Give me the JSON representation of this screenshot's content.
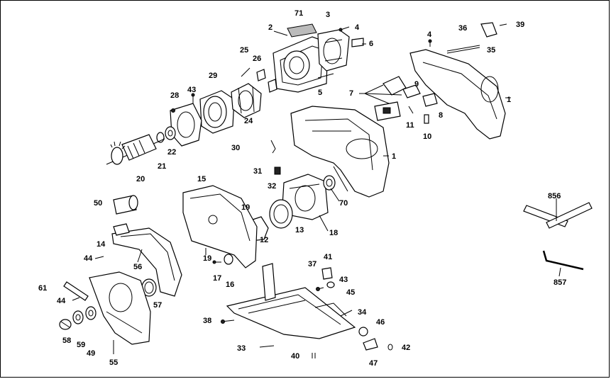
{
  "diagram": {
    "labels": [
      {
        "id": "71",
        "text": "71"
      },
      {
        "id": "3",
        "text": "3"
      },
      {
        "id": "4a",
        "text": "4"
      },
      {
        "id": "2",
        "text": "2"
      },
      {
        "id": "6",
        "text": "6"
      },
      {
        "id": "4b",
        "text": "4"
      },
      {
        "id": "36",
        "text": "36"
      },
      {
        "id": "39",
        "text": "39"
      },
      {
        "id": "35",
        "text": "35"
      },
      {
        "id": "25",
        "text": "25"
      },
      {
        "id": "26",
        "text": "26"
      },
      {
        "id": "29",
        "text": "29"
      },
      {
        "id": "43a",
        "text": "43"
      },
      {
        "id": "28",
        "text": "28"
      },
      {
        "id": "5",
        "text": "5"
      },
      {
        "id": "7",
        "text": "7"
      },
      {
        "id": "9",
        "text": "9"
      },
      {
        "id": "1a",
        "text": "1"
      },
      {
        "id": "24",
        "text": "24"
      },
      {
        "id": "8",
        "text": "8"
      },
      {
        "id": "11",
        "text": "11"
      },
      {
        "id": "10",
        "text": "10"
      },
      {
        "id": "22",
        "text": "22"
      },
      {
        "id": "30",
        "text": "30"
      },
      {
        "id": "1b",
        "text": "1"
      },
      {
        "id": "21",
        "text": "21"
      },
      {
        "id": "20",
        "text": "20"
      },
      {
        "id": "31",
        "text": "31"
      },
      {
        "id": "15",
        "text": "15"
      },
      {
        "id": "32",
        "text": "32"
      },
      {
        "id": "70",
        "text": "70"
      },
      {
        "id": "50",
        "text": "50"
      },
      {
        "id": "19a",
        "text": "19"
      },
      {
        "id": "13",
        "text": "13"
      },
      {
        "id": "18",
        "text": "18"
      },
      {
        "id": "12",
        "text": "12"
      },
      {
        "id": "14",
        "text": "14"
      },
      {
        "id": "44a",
        "text": "44"
      },
      {
        "id": "19b",
        "text": "19"
      },
      {
        "id": "56",
        "text": "56"
      },
      {
        "id": "41",
        "text": "41"
      },
      {
        "id": "37",
        "text": "37"
      },
      {
        "id": "17",
        "text": "17"
      },
      {
        "id": "16",
        "text": "16"
      },
      {
        "id": "43b",
        "text": "43"
      },
      {
        "id": "45",
        "text": "45"
      },
      {
        "id": "61",
        "text": "61"
      },
      {
        "id": "57",
        "text": "57"
      },
      {
        "id": "44b",
        "text": "44"
      },
      {
        "id": "34",
        "text": "34"
      },
      {
        "id": "38",
        "text": "38"
      },
      {
        "id": "46",
        "text": "46"
      },
      {
        "id": "58",
        "text": "58"
      },
      {
        "id": "59",
        "text": "59"
      },
      {
        "id": "49",
        "text": "49"
      },
      {
        "id": "33",
        "text": "33"
      },
      {
        "id": "42",
        "text": "42"
      },
      {
        "id": "55",
        "text": "55"
      },
      {
        "id": "40",
        "text": "40"
      },
      {
        "id": "47",
        "text": "47"
      },
      {
        "id": "856",
        "text": "856"
      },
      {
        "id": "857",
        "text": "857"
      }
    ]
  }
}
